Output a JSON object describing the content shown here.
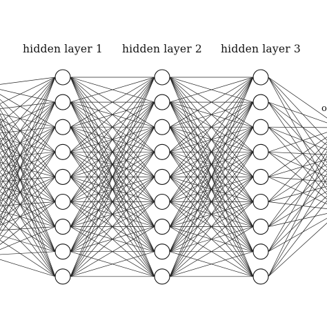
{
  "layers": [
    {
      "label": "hidden layer 1",
      "nodes": 9
    },
    {
      "label": "hidden layer 2",
      "nodes": 9
    },
    {
      "label": "hidden layer 3",
      "nodes": 9
    }
  ],
  "output_label_fragment": "o",
  "colors": {
    "edge": "#222222",
    "node_stroke": "#111111",
    "node_fill": "#ffffff"
  }
}
